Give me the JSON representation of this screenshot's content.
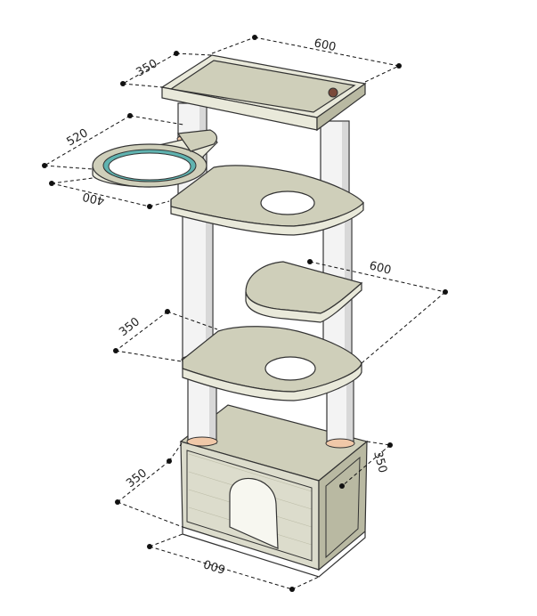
{
  "diagram": {
    "dimensions": {
      "top_shelf_width": "600",
      "top_shelf_depth": "350",
      "bowl_platform_depth": "520",
      "bowl_platform_width": "400",
      "middle_shelf_width": "600",
      "middle_shelf_depth": "350",
      "base_box_height": "350",
      "base_box_depth": "350",
      "base_box_width": "600"
    },
    "colors": {
      "wood": "#dcdccc",
      "post": "#f3f3f3",
      "ring": "#f0c8a8",
      "bowl_rim": "#5fb3b0"
    }
  }
}
